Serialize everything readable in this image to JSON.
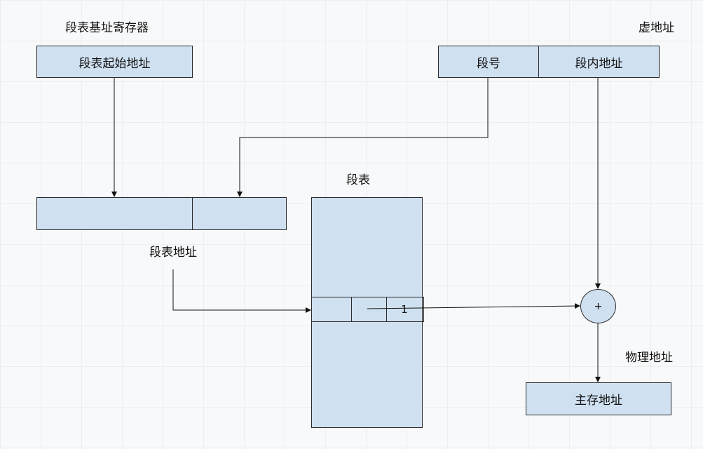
{
  "labels": {
    "segment_table_base_register": "段表基址寄存器",
    "virtual_address": "虚地址",
    "segment_table": "段表",
    "segment_table_address": "段表地址",
    "physical_address": "物理地址"
  },
  "boxes": {
    "segment_table_start_address": "段表起始地址",
    "segment_number": "段号",
    "in_segment_address": "段内地址",
    "main_memory_address": "主存地址"
  },
  "segment_table_entry": {
    "field_3": "1"
  },
  "adder_symbol": "+",
  "colors": {
    "box_fill": "#cfe0f1",
    "stroke": "#2b2b2b",
    "background": "#f8f9fa"
  }
}
